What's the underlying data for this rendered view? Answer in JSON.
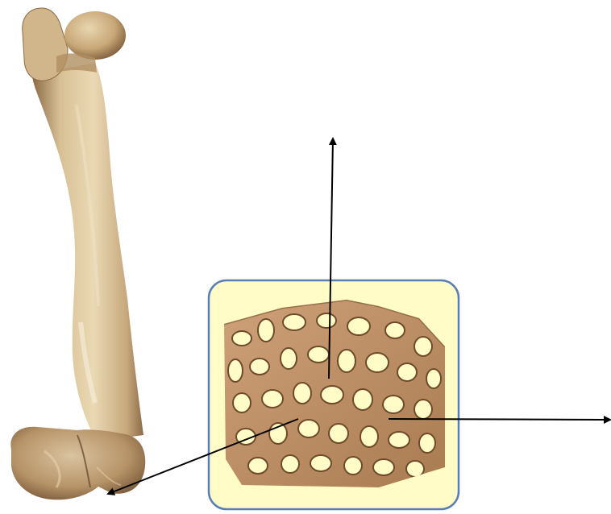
{
  "figure": {
    "subject": "femur-and-trabecular-bone",
    "panel_fill": "#FFFCC8",
    "panel_border": "#5B7DB5",
    "bone_light": "#E4CFA6",
    "bone_mid": "#C9A77A",
    "bone_dark": "#7A5A3A",
    "trabecular_color": "#B48456",
    "trabecular_shadow": "#6E4A2B",
    "arrow_color": "#000000",
    "icons": [
      "femur-image",
      "trabecular-bone-image",
      "arrow-up",
      "arrow-right",
      "arrow-to-femur"
    ]
  }
}
